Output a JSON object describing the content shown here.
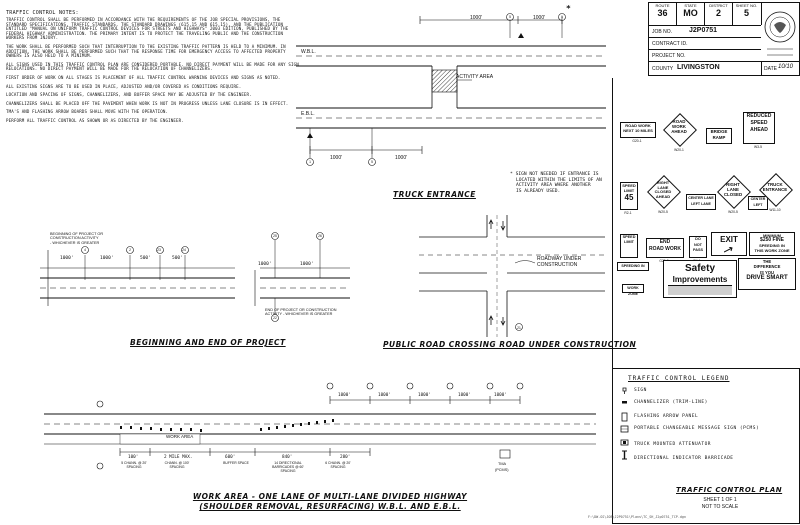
{
  "notes": {
    "title": "TRAFFIC CONTROL NOTES:",
    "paragraphs": [
      "TRAFFIC CONTROL SHALL BE PERFORMED IN ACCORDANCE WITH THE REQUIREMENTS OF THE JOB SPECIAL PROVISIONS, THE STANDARD SPECIFICATIONS, TRAFFIC STANDARDS, THE STANDARD DRAWINGS (615.15 AND 615.15), AND THE PUBLICATION ENTITLED \"MANUAL ON UNIFORM TRAFFIC CONTROL DEVICES FOR STREETS AND HIGHWAYS\" 2003 EDITION, PUBLISHED BY THE FEDERAL HIGHWAY ADMINISTRATION. THE PRIMARY INTENT IS TO PROTECT THE TRAVELING PUBLIC AND THE CONSTRUCTION WORKERS FROM INJURY.",
      "THE WORK SHALL BE PERFORMED SUCH THAT INTERRUPTION TO THE EXISTING TRAFFIC PATTERN IS HELD TO A MINIMUM. IN ADDITION, THE WORK SHALL BE PERFORMED SUCH THAT THE RESPONSE TIME FOR EMERGENCY ACCESS TO AFFECTED PROPERTY OWNERS IS ALSO HELD TO A MINIMUM.",
      "ALL SIGNS USED IN THIS TRAFFIC CONTROL PLAN ARE CONSIDERED PORTABLE. NO DIRECT PAYMENT WILL BE MADE FOR ANY SIGN RELOCATIONS. NO DIRECT PAYMENT WILL BE MADE FOR THE RELOCATION OF CHANNELIZERS.",
      "FIRST ORDER OF WORK ON ALL STAGES IS PLACEMENT OF ALL TRAFFIC CONTROL WARNING DEVICES AND SIGNS AS NOTED.",
      "ALL EXISTING SIGNS ARE TO BE USED IN PLACE, ADJUSTED AND/OR COVERED AS CONDITIONS REQUIRE.",
      "LOCATION AND SPACING OF SIGNS, CHANNELIZERS, AND BUFFER SPACE MAY BE ADJUSTED BY THE ENGINEER.",
      "CHANNELIZERS SHALL BE PLACED OFF THE PAVEMENT WHEN WORK IS NOT IN PROGRESS UNLESS LANE CLOSURE IS IN EFFECT.",
      "TMA'S AND FLASHING ARROW BOARDS SHALL MOVE WITH THE OPERATION.",
      "PERFORM ALL TRAFFIC CONTROL AS SHOWN OR AS DIRECTED BY THE ENGINEER."
    ]
  },
  "title_block": {
    "route_label": "ROUTE",
    "route": "36",
    "state_label": "STATE",
    "state": "MO",
    "district_label": "DISTRICT",
    "district": "2",
    "sheet_label": "SHEET NO.",
    "sheet": "5",
    "job_label": "JOB NO.",
    "job": "J2P0751",
    "contract_label": "CONTRACT ID.",
    "contract": "",
    "project_label": "PROJECT NO.",
    "project": "",
    "county_label": "COUNTY",
    "county": "LIVINGSTON",
    "date_label": "DATE",
    "date": "10/10"
  },
  "truck_entrance": {
    "title": "TRUCK ENTRANCE",
    "wbl": "W.B.L.",
    "ebl": "E.B.L.",
    "activity": "ACTIVITY AREA",
    "dims": [
      "1000'",
      "1000'",
      "1000'",
      "1000'"
    ],
    "callouts": [
      "5",
      "1",
      "1",
      "5"
    ],
    "star": "*",
    "footnote_star": "*",
    "footnote_num": "5",
    "footnote_text": [
      "SIGN NOT NEEDED IF ENTRANCE IS",
      "LOCATED WITHIN THE LIMITS OF AN",
      "ACTIVITY AREA WHERE ANOTHER",
      "IS ALREADY USED."
    ]
  },
  "begin_end": {
    "title": "BEGINNING AND END OF PROJECT",
    "note_begin": [
      "BEGINNING OF PROJECT OR",
      "CONSTRUCTION ACTIVITY",
      "- WHICHEVER IS GREATER"
    ],
    "note_end": [
      "END OF PROJECT OR CONSTRUCTION",
      "ACTIVITY - WHICHEVER IS GREATER"
    ],
    "dims_left": [
      "1000'",
      "1000'",
      "500'",
      "500'"
    ],
    "dims_right": [
      "1000'",
      "1000'"
    ],
    "callouts_left": [
      "4",
      "2",
      "23",
      "24"
    ],
    "callouts_right": [
      "25",
      "26",
      "22"
    ]
  },
  "crossing": {
    "title": "PUBLIC ROAD CROSSING ROAD UNDER CONSTRUCTION",
    "label": [
      "ROADWAY UNDER",
      "CONSTRUCTION"
    ],
    "callout": "21"
  },
  "work_area": {
    "title": [
      "WORK AREA - ONE LANE OF MULTI-LANE DIVIDED HIGHWAY",
      "(SHOULDER REMOVAL, RESURFACING) W.B.L. AND E.B.L."
    ],
    "label": "WORK AREA",
    "dims_top": [
      "1000'",
      "1000'",
      "1000'",
      "1000'",
      "1000'"
    ],
    "dims_bottom": [
      "100'",
      "2 MILE MAX.",
      "600'",
      "840'",
      "280'"
    ],
    "notes_bottom": [
      "5 CHANN. @ 20' SPACING",
      "CHANN. @ 100' SPACING",
      "BUFFER SPACE",
      "14 DIRECTIONAL BARRICADES @ 60' SPACING",
      "6 CHANN. @ 20' SPACING"
    ],
    "truck_label": "TMA",
    "pcms_label": "(PCMS)"
  },
  "signs": [
    {
      "id": "road-work-next",
      "lines": [
        "ROAD WORK",
        "NEXT 10 MILES"
      ],
      "code": "G20-1"
    },
    {
      "id": "road-work-ahead",
      "lines": [
        "ROAD",
        "WORK",
        "AHEAD"
      ],
      "code": "W20-1"
    },
    {
      "id": "bridge-ramp",
      "lines": [
        "BRIDGE",
        "RAMP"
      ],
      "code": ""
    },
    {
      "id": "reduced-speed",
      "lines": [
        "REDUCED",
        "SPEED",
        "AHEAD"
      ],
      "code": "W3-5"
    },
    {
      "id": "speed-limit",
      "lines": [
        "SPEED",
        "LIMIT",
        "45"
      ],
      "code": "R2-1"
    },
    {
      "id": "right-lane-closed",
      "lines": [
        "RIGHT",
        "LANE",
        "CLOSED",
        "AHEAD"
      ],
      "code": "W20-5"
    },
    {
      "id": "center-left-lane",
      "lines": [
        "CENTER LANE",
        "LEFT LANE"
      ],
      "code": ""
    },
    {
      "id": "right-lane-closed-2",
      "lines": [
        "RIGHT",
        "LANE",
        "CLOSED"
      ],
      "code": "W20-5"
    },
    {
      "id": "center-left-lane-2",
      "lines": [
        "CENTER",
        "LEFT"
      ],
      "code": ""
    },
    {
      "id": "truck-entrance",
      "lines": [
        "TRUCK",
        "ENTRANCE"
      ],
      "code": "W11-10"
    },
    {
      "id": "speed-limit-2",
      "lines": [
        "SPEED",
        "LIMIT"
      ],
      "code": ""
    },
    {
      "id": "end-road-work",
      "lines": [
        "END",
        "ROAD WORK"
      ],
      "code": "G20-2"
    },
    {
      "id": "do-not-pass",
      "lines": [
        "DO",
        "NOT",
        "PASS"
      ],
      "code": "R4-1"
    },
    {
      "id": "exit",
      "lines": [
        "EXIT"
      ],
      "code": ""
    },
    {
      "id": "minimum-fine",
      "lines": [
        "MINIMUM",
        "$250 FINE",
        "SPEEDING IN",
        "THIS WORK ZONE"
      ],
      "code": ""
    },
    {
      "id": "work-zone",
      "lines": [
        "WORK ZONE"
      ],
      "code": ""
    },
    {
      "id": "safety-improvements",
      "lines": [
        "Safety",
        "Improvements"
      ],
      "code": ""
    },
    {
      "id": "drive-smart",
      "lines": [
        "THE",
        "DIFFERENCE",
        "IS YOU",
        "DRIVE SMART"
      ],
      "code": ""
    }
  ],
  "legend": {
    "title": "TRAFFIC CONTROL LEGEND",
    "items": [
      "SIGN",
      "CHANNELIZER (TRIM-LINE)",
      "FLASHING ARROW PANEL",
      "PORTABLE CHANGEABLE MESSAGE SIGN (PCMS)",
      "TRUCK MOUNTED ATTENUATOR",
      "DIRECTIONAL INDICATOR BARRICADE"
    ]
  },
  "plan": {
    "title": "TRAFFIC CONTROL PLAN",
    "sheet": "SHEET 1 OF 1",
    "scale": "NOT TO SCALE"
  },
  "footer_path": "F:\\DW-GS\\JOB\\J2P0751\\Plans\\TC_SH_J2p0751_TCP.dgn"
}
